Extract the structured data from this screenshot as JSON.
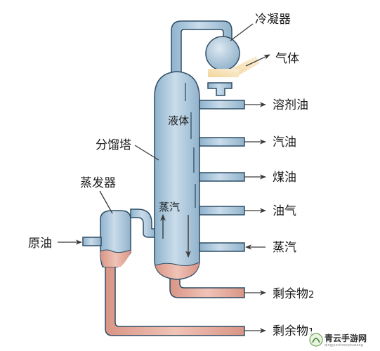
{
  "labels": {
    "condenser": "冷凝器",
    "gas": "气体",
    "solvent_oil": "溶剂油",
    "gasoline": "汽油",
    "kerosene": "煤油",
    "diesel": "油气",
    "steam_out": "蒸汽",
    "residue2": "剩余物",
    "residue2_sub": "2",
    "residue1": "剩余物",
    "residue1_sub": "1",
    "column": "分馏塔",
    "evaporator": "蒸发器",
    "crude_oil": "原油",
    "liquid": "液体",
    "vapor": "蒸汽"
  },
  "watermark": {
    "text": "青云手游网",
    "sub": "qingyunshouyouwang"
  },
  "colors": {
    "pipe_blue": "#a9c6dc",
    "pipe_stroke": "#2f4e66",
    "liquid_pink": "#e3aa9e",
    "gas_yellow": "#f4dfae",
    "arrow": "#3a3a3a"
  }
}
